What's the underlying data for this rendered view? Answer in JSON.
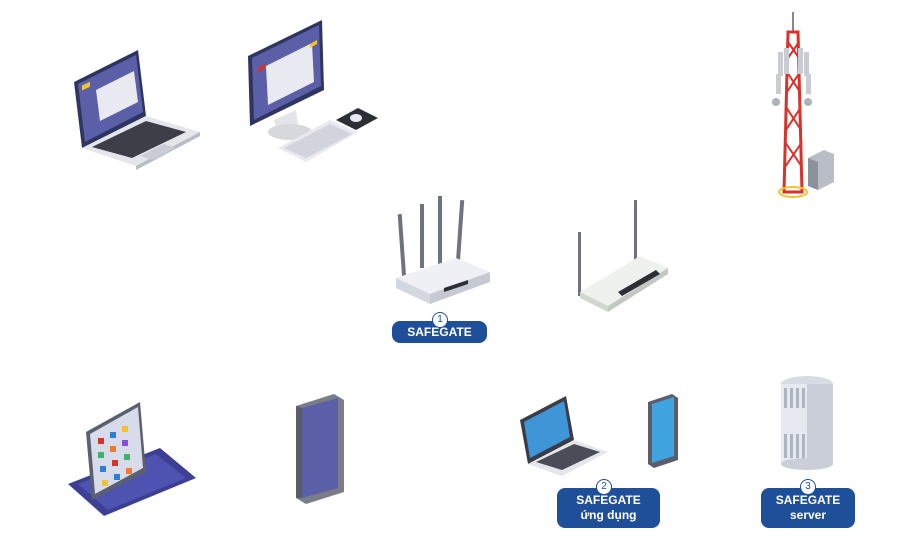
{
  "devices": [
    {
      "icon": "laptop-icon"
    },
    {
      "icon": "desktop-computer-icon"
    },
    {
      "icon": "cell-tower-icon"
    },
    {
      "icon": "router-icon"
    },
    {
      "icon": "modem-icon"
    },
    {
      "icon": "tablet-keyboard-icon"
    },
    {
      "icon": "smartphone-icon"
    },
    {
      "icon": "small-laptop-icon"
    },
    {
      "icon": "small-smartphone-icon"
    },
    {
      "icon": "server-icon"
    }
  ],
  "labels": {
    "safegate": {
      "number": "1",
      "line1": "SAFEGATE"
    },
    "app": {
      "number": "2",
      "line1": "SAFEGATE",
      "line2": "ứng dụng"
    },
    "server": {
      "number": "3",
      "line1": "SAFEGATE",
      "line2": "server"
    }
  },
  "colors": {
    "badge": "#1f4f99",
    "screen": "#5a5fa8",
    "tower_red": "#d8322b"
  }
}
